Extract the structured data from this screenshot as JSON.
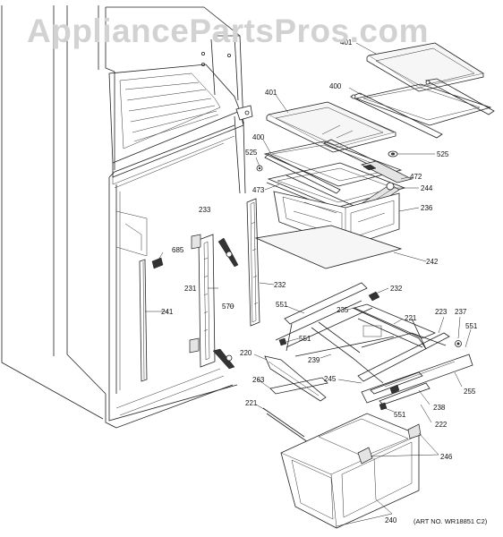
{
  "watermark": "AppliancePartsPros.com",
  "art_no": "(ART NO. WR18851 C2)",
  "callouts": [
    {
      "id": "c401a",
      "text": "401"
    },
    {
      "id": "c400a",
      "text": "400"
    },
    {
      "id": "c401b",
      "text": "401"
    },
    {
      "id": "c400b",
      "text": "400"
    },
    {
      "id": "c525a",
      "text": "525"
    },
    {
      "id": "c525b",
      "text": "525"
    },
    {
      "id": "c472",
      "text": "472"
    },
    {
      "id": "c473",
      "text": "473"
    },
    {
      "id": "c244",
      "text": "244"
    },
    {
      "id": "c236",
      "text": "236"
    },
    {
      "id": "c233",
      "text": "233"
    },
    {
      "id": "c685",
      "text": "685"
    },
    {
      "id": "c242",
      "text": "242"
    },
    {
      "id": "c231",
      "text": "231"
    },
    {
      "id": "c570",
      "text": "570"
    },
    {
      "id": "c232a",
      "text": "232"
    },
    {
      "id": "c232b",
      "text": "232"
    },
    {
      "id": "c551a",
      "text": "551"
    },
    {
      "id": "c235",
      "text": "235"
    },
    {
      "id": "c221a",
      "text": "221"
    },
    {
      "id": "c223",
      "text": "223"
    },
    {
      "id": "c237",
      "text": "237"
    },
    {
      "id": "c551b",
      "text": "551"
    },
    {
      "id": "c241",
      "text": "241"
    },
    {
      "id": "c551c",
      "text": "551"
    },
    {
      "id": "c220",
      "text": "220"
    },
    {
      "id": "c239",
      "text": "239"
    },
    {
      "id": "c263",
      "text": "263"
    },
    {
      "id": "c245",
      "text": "245"
    },
    {
      "id": "c255",
      "text": "255"
    },
    {
      "id": "c238",
      "text": "238"
    },
    {
      "id": "c551d",
      "text": "551"
    },
    {
      "id": "c221b",
      "text": "221"
    },
    {
      "id": "c222",
      "text": "222"
    },
    {
      "id": "c246",
      "text": "246"
    },
    {
      "id": "c240",
      "text": "240"
    }
  ]
}
